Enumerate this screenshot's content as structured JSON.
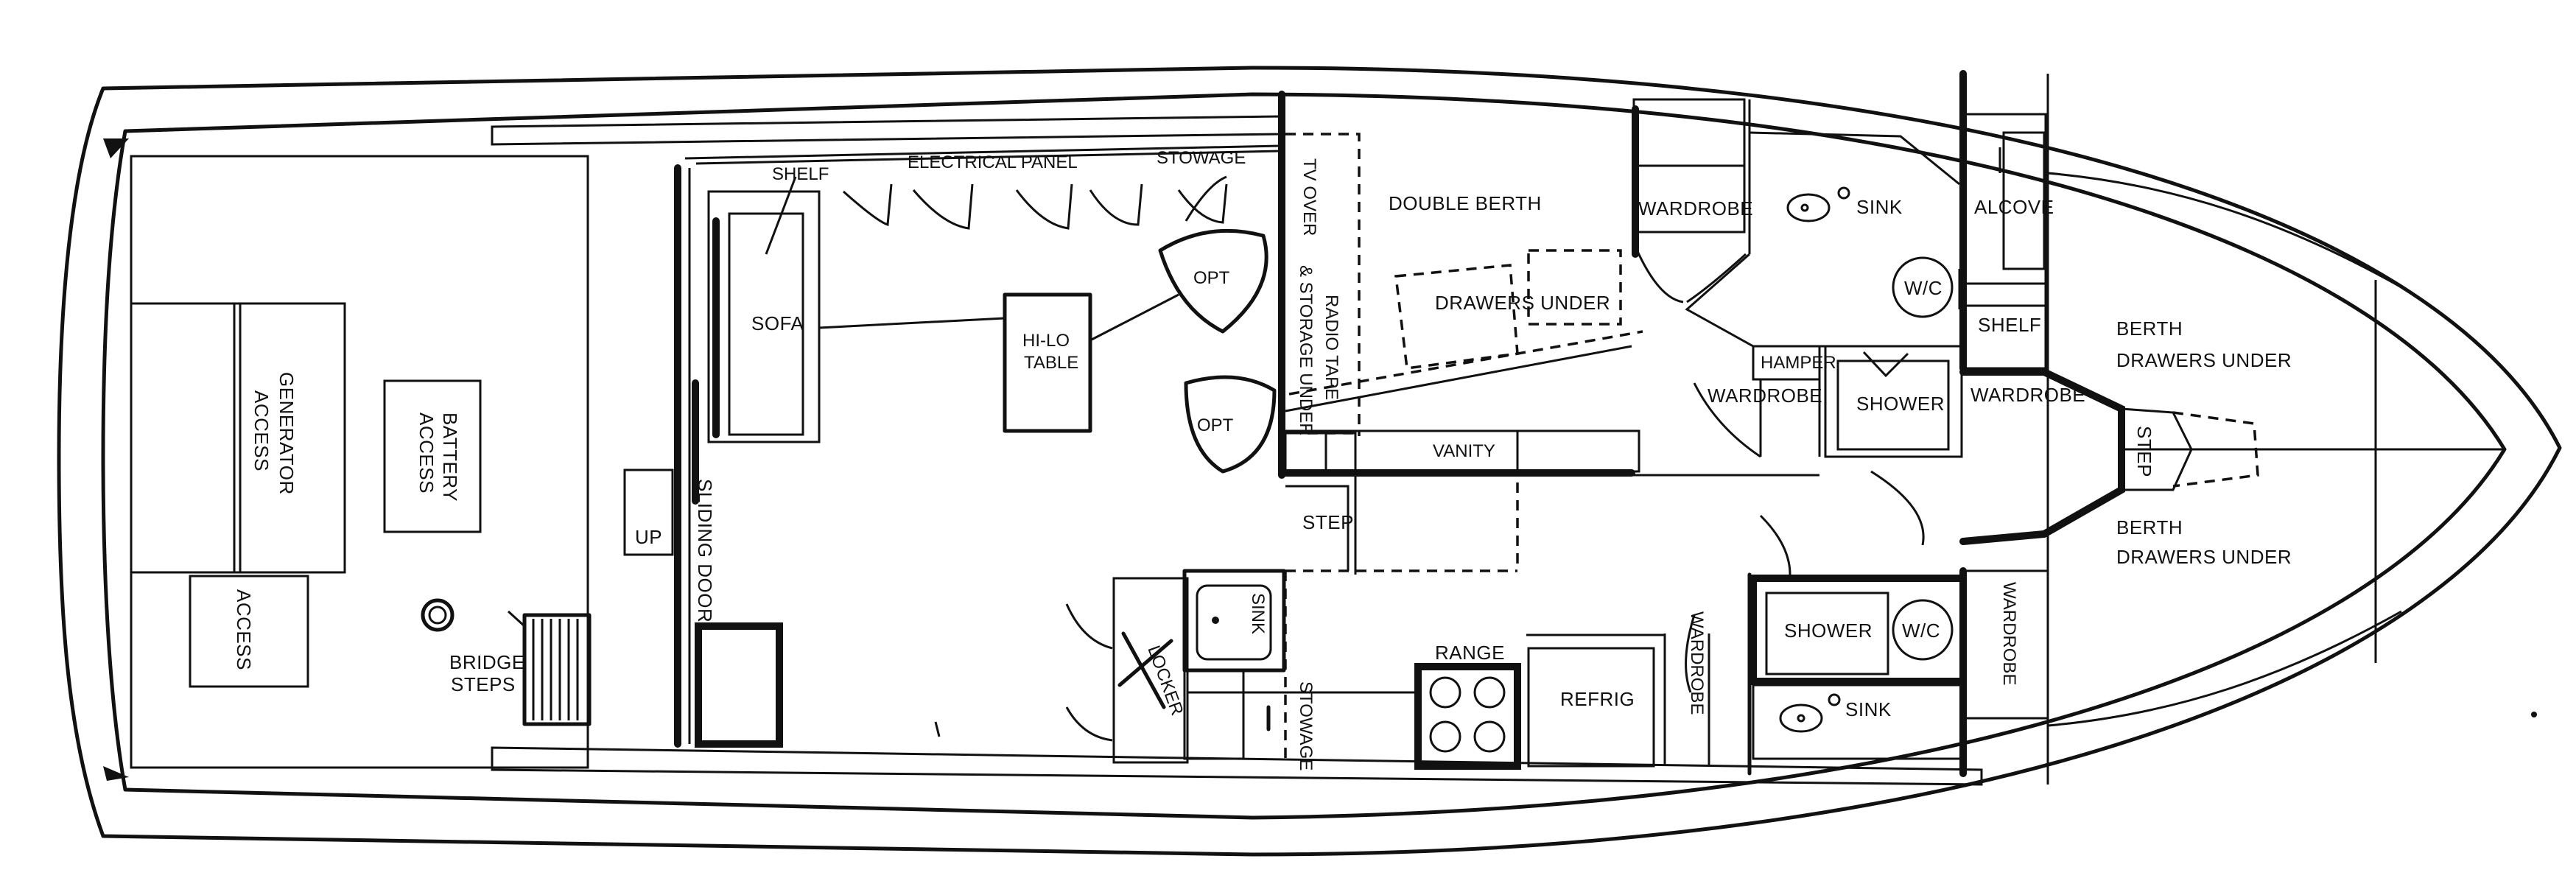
{
  "labels": {
    "shelf_top": "SHELF",
    "electrical_panel": "ELECTRICAL PANEL",
    "stowage": "STOWAGE",
    "tv_over": "TV OVER",
    "radio_tape": "RADIO TAPE",
    "storage_under": "& STORAGE UNDER",
    "double_berth": "DOUBLE BERTH",
    "drawers_under": "DRAWERS UNDER",
    "wardrobe_1": "WARDROBE",
    "sink_1": "SINK",
    "alcove": "ALCOVE",
    "wc_1": "W/C",
    "shelf_right": "SHELF",
    "berth_1": "BERTH",
    "berth_drawers_1": "DRAWERS UNDER",
    "hamper": "HAMPER",
    "wardrobe_2": "WARDROBE",
    "shower_1": "SHOWER",
    "wardrobe_3": "WARDROBE",
    "step_fwd": "STEP",
    "berth_2": "BERTH",
    "berth_drawers_2": "DRAWERS UNDER",
    "sofa": "SOFA",
    "hi_lo": "HI-LO",
    "table": "TABLE",
    "opt_1": "OPT",
    "opt_2": "OPT",
    "vanity": "VANITY",
    "step_mid": "STEP",
    "generator": "GENERATOR",
    "access_gen": "ACCESS",
    "battery": "BATTERY",
    "access_bat": "ACCESS",
    "access": "ACCESS",
    "bridge": "BRIDGE",
    "steps": "STEPS",
    "up": "UP",
    "sliding_door": "SLIDING DOOR",
    "sink_galley": "SINK",
    "locker": "LOCKER",
    "stowage_lower": "STOWAGE",
    "range": "RANGE",
    "refrig": "REFRIG",
    "wardrobe_4": "WARDROBE",
    "shower_2": "SHOWER",
    "wc_2": "W/C",
    "wardrobe_5": "WARDROBE",
    "sink_2": "SINK"
  }
}
